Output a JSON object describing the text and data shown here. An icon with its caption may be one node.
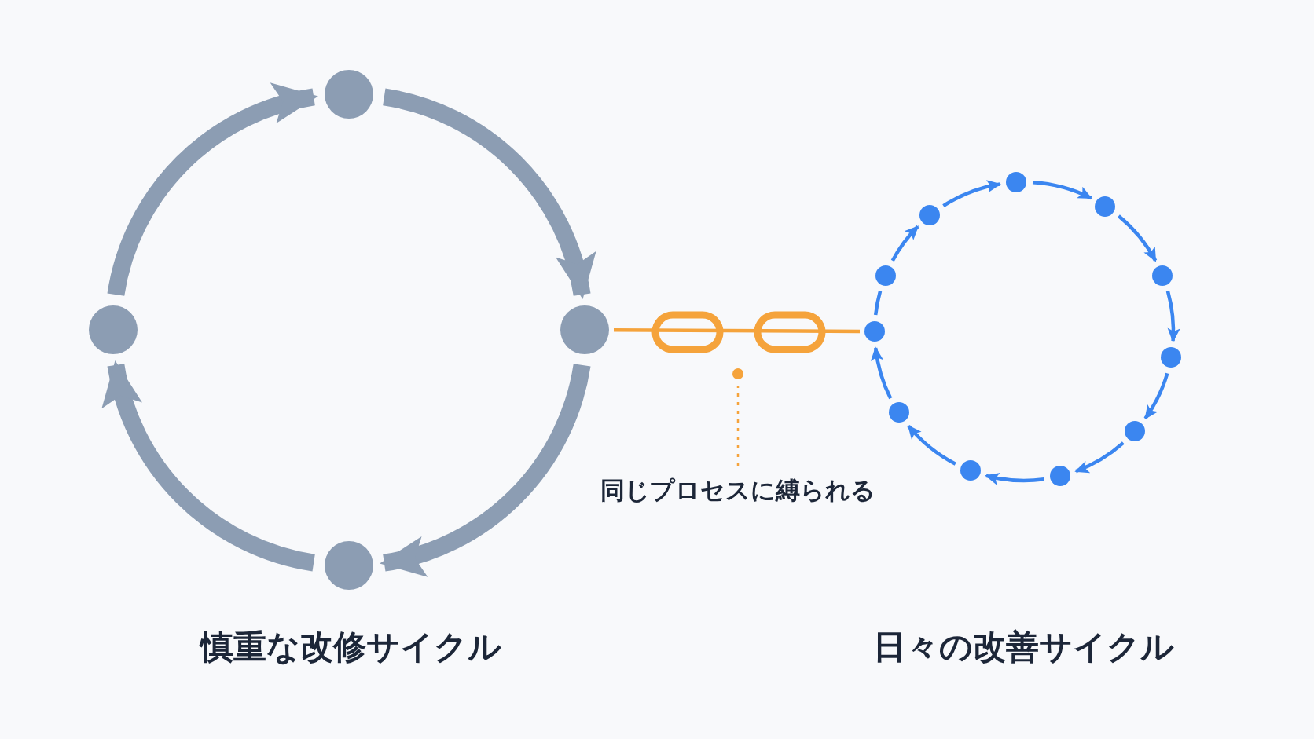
{
  "diagram": {
    "nodes": [
      {
        "text": [],
        "shape": "circle"
      },
      {
        "text": [],
        "shape": "circle"
      },
      {
        "text": [],
        "shape": "circle"
      },
      {
        "text": [],
        "shape": "circle"
      },
      {
        "text": [],
        "shape": "circle"
      },
      {
        "text": [],
        "shape": "circle"
      },
      {
        "text": [],
        "shape": "circle"
      },
      {
        "text": [],
        "shape": "circle"
      },
      {
        "text": [],
        "shape": "circle"
      },
      {
        "text": [],
        "shape": "circle"
      },
      {
        "text": [],
        "shape": "circle"
      },
      {
        "text": [],
        "shape": "circle"
      },
      {
        "text": [],
        "shape": "circle"
      },
      {
        "text": [],
        "shape": "circle"
      },
      {
        "text": [],
        "shape": "circle"
      },
      {
        "text": [],
        "shape": "circle"
      },
      {
        "text": [
          "同じプロセスに縛られる"
        ]
      }
    ],
    "edges": [
      {
        "from": 1,
        "to": 3,
        "arrow": "to",
        "style": "thick",
        "color": "#8c9db3"
      },
      {
        "from": 3,
        "to": 2,
        "arrow": "to",
        "style": "thick",
        "color": "#8c9db3"
      },
      {
        "from": 2,
        "to": 0,
        "arrow": "to",
        "style": "thick",
        "color": "#8c9db3"
      },
      {
        "from": 0,
        "to": 1,
        "arrow": "to",
        "style": "thick",
        "color": "#8c9db3"
      },
      {
        "from": 10,
        "to": 12,
        "arrow": "to"
      },
      {
        "from": 12,
        "to": 14,
        "arrow": "to"
      },
      {
        "from": 14,
        "to": 15,
        "arrow": "to"
      },
      {
        "from": 15,
        "to": 13,
        "arrow": "to"
      },
      {
        "from": 13,
        "to": 11,
        "arrow": "to"
      },
      {
        "from": 11,
        "to": 9,
        "arrow": "to"
      },
      {
        "from": 9,
        "to": 7,
        "arrow": "to"
      },
      {
        "from": 7,
        "to": 5,
        "arrow": "to"
      },
      {
        "from": 5,
        "to": 6,
        "arrow": "none"
      },
      {
        "from": 6,
        "to": 8,
        "arrow": "to"
      },
      {
        "from": 8,
        "to": 10,
        "arrow": "to"
      },
      {
        "from": 3,
        "to": 5,
        "arrow": "none",
        "color": "#f5a33b"
      },
      {
        "from": 16,
        "to": 4,
        "arrow": "none",
        "style": "dashed",
        "color": "#f5a33b"
      }
    ],
    "labels": [
      "慎重な改修サイクル",
      "日々の改善サイクル"
    ]
  }
}
